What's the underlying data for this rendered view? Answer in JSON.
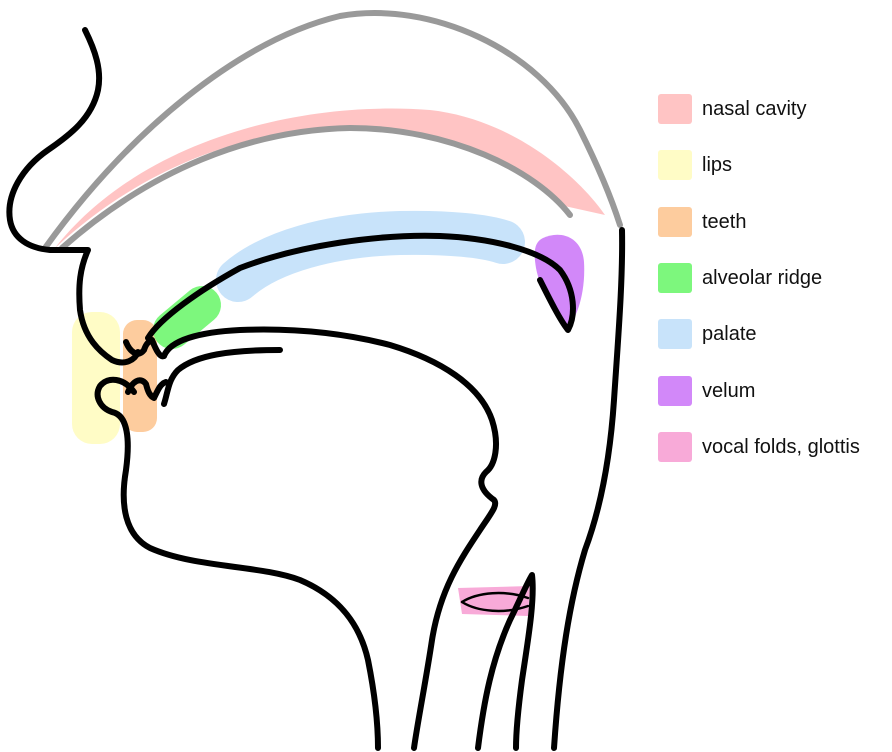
{
  "diagram": {
    "regions": [
      {
        "id": "nasal-cavity",
        "label": "nasal cavity",
        "color": "#ffc4c4"
      },
      {
        "id": "lips",
        "label": "lips",
        "color": "#fffcc6"
      },
      {
        "id": "teeth",
        "label": "teeth",
        "color": "#fdcc9e"
      },
      {
        "id": "alveolar-ridge",
        "label": "alveolar ridge",
        "color": "#7df77d"
      },
      {
        "id": "palate",
        "label": "palate",
        "color": "#c8e3fa"
      },
      {
        "id": "velum",
        "label": "velum",
        "color": "#d288f9"
      },
      {
        "id": "vocal-folds-glottis",
        "label": "vocal folds, glottis",
        "color": "#f8aad8"
      }
    ],
    "outline_color": "#000000",
    "nasal_outline_color": "#999999"
  }
}
